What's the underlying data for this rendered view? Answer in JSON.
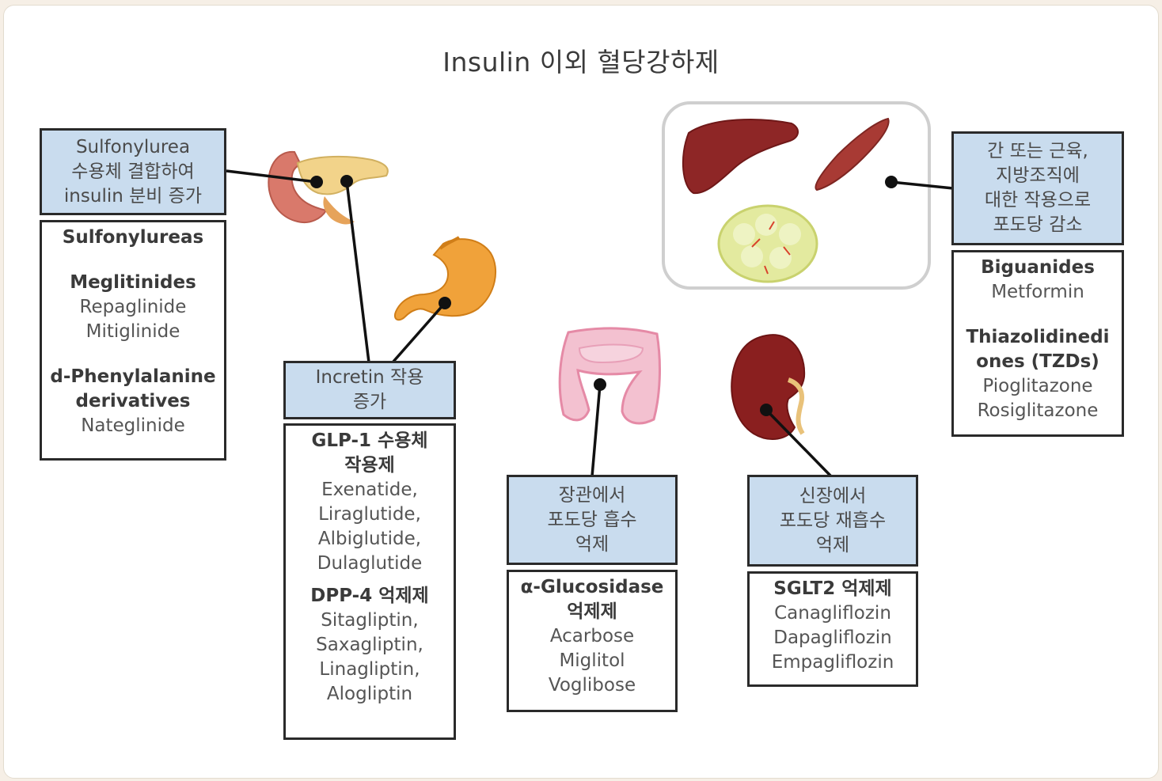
{
  "title": "Insulin 이외 혈당강하제",
  "colors": {
    "header_fill": "#c9dcee",
    "border": "#2a2a2a",
    "background": "#ffffff"
  },
  "icons": [
    "pancreas-icon",
    "stomach-icon",
    "liver-icon",
    "muscle-icon",
    "adipose-tissue-icon",
    "intestine-icon",
    "kidney-icon"
  ],
  "sulfonylurea": {
    "header": [
      "Sulfonylurea",
      "수용체 결합하여",
      "insulin 분비 증가"
    ],
    "groups": [
      {
        "name": "Sulfonylureas",
        "drugs": []
      },
      {
        "name": "Meglitinides",
        "drugs": [
          "Repaglinide",
          "Mitiglinide"
        ]
      },
      {
        "name": "d-Phenylalanine derivatives",
        "drugs": [
          "Nateglinide"
        ]
      }
    ]
  },
  "incretin": {
    "header": [
      "Incretin 작용",
      "증가"
    ],
    "groups": [
      {
        "name": "GLP-1 수용체 작용제",
        "drugs": [
          "Exenatide,",
          "Liraglutide,",
          "Albiglutide,",
          "Dulaglutide"
        ]
      },
      {
        "name": "DPP-4 억제제",
        "drugs": [
          "Sitagliptin,",
          "Saxagliptin,",
          "Linagliptin,",
          "Alogliptin"
        ]
      }
    ]
  },
  "intestine": {
    "header": [
      "장관에서",
      "포도당 흡수",
      "억제"
    ],
    "groups": [
      {
        "name": "α-Glucosidase 억제제",
        "drugs": [
          "Acarbose",
          "Miglitol",
          "Voglibose"
        ]
      }
    ]
  },
  "kidney": {
    "header": [
      "신장에서",
      "포도당 재흡수",
      "억제"
    ],
    "groups": [
      {
        "name": "SGLT2 억제제",
        "drugs": [
          "Canagliflozin",
          "Dapagliflozin",
          "Empagliflozin"
        ]
      }
    ]
  },
  "liver": {
    "header": [
      "간 또는 근육,",
      "지방조직에",
      "대한 작용으로",
      "포도당 감소"
    ],
    "groups": [
      {
        "name": "Biguanides",
        "drugs": [
          "Metformin"
        ]
      },
      {
        "name": "Thiazolidinedi ones (TZDs)",
        "drugs": [
          "Pioglitazone",
          "Rosiglitazone"
        ]
      }
    ]
  }
}
